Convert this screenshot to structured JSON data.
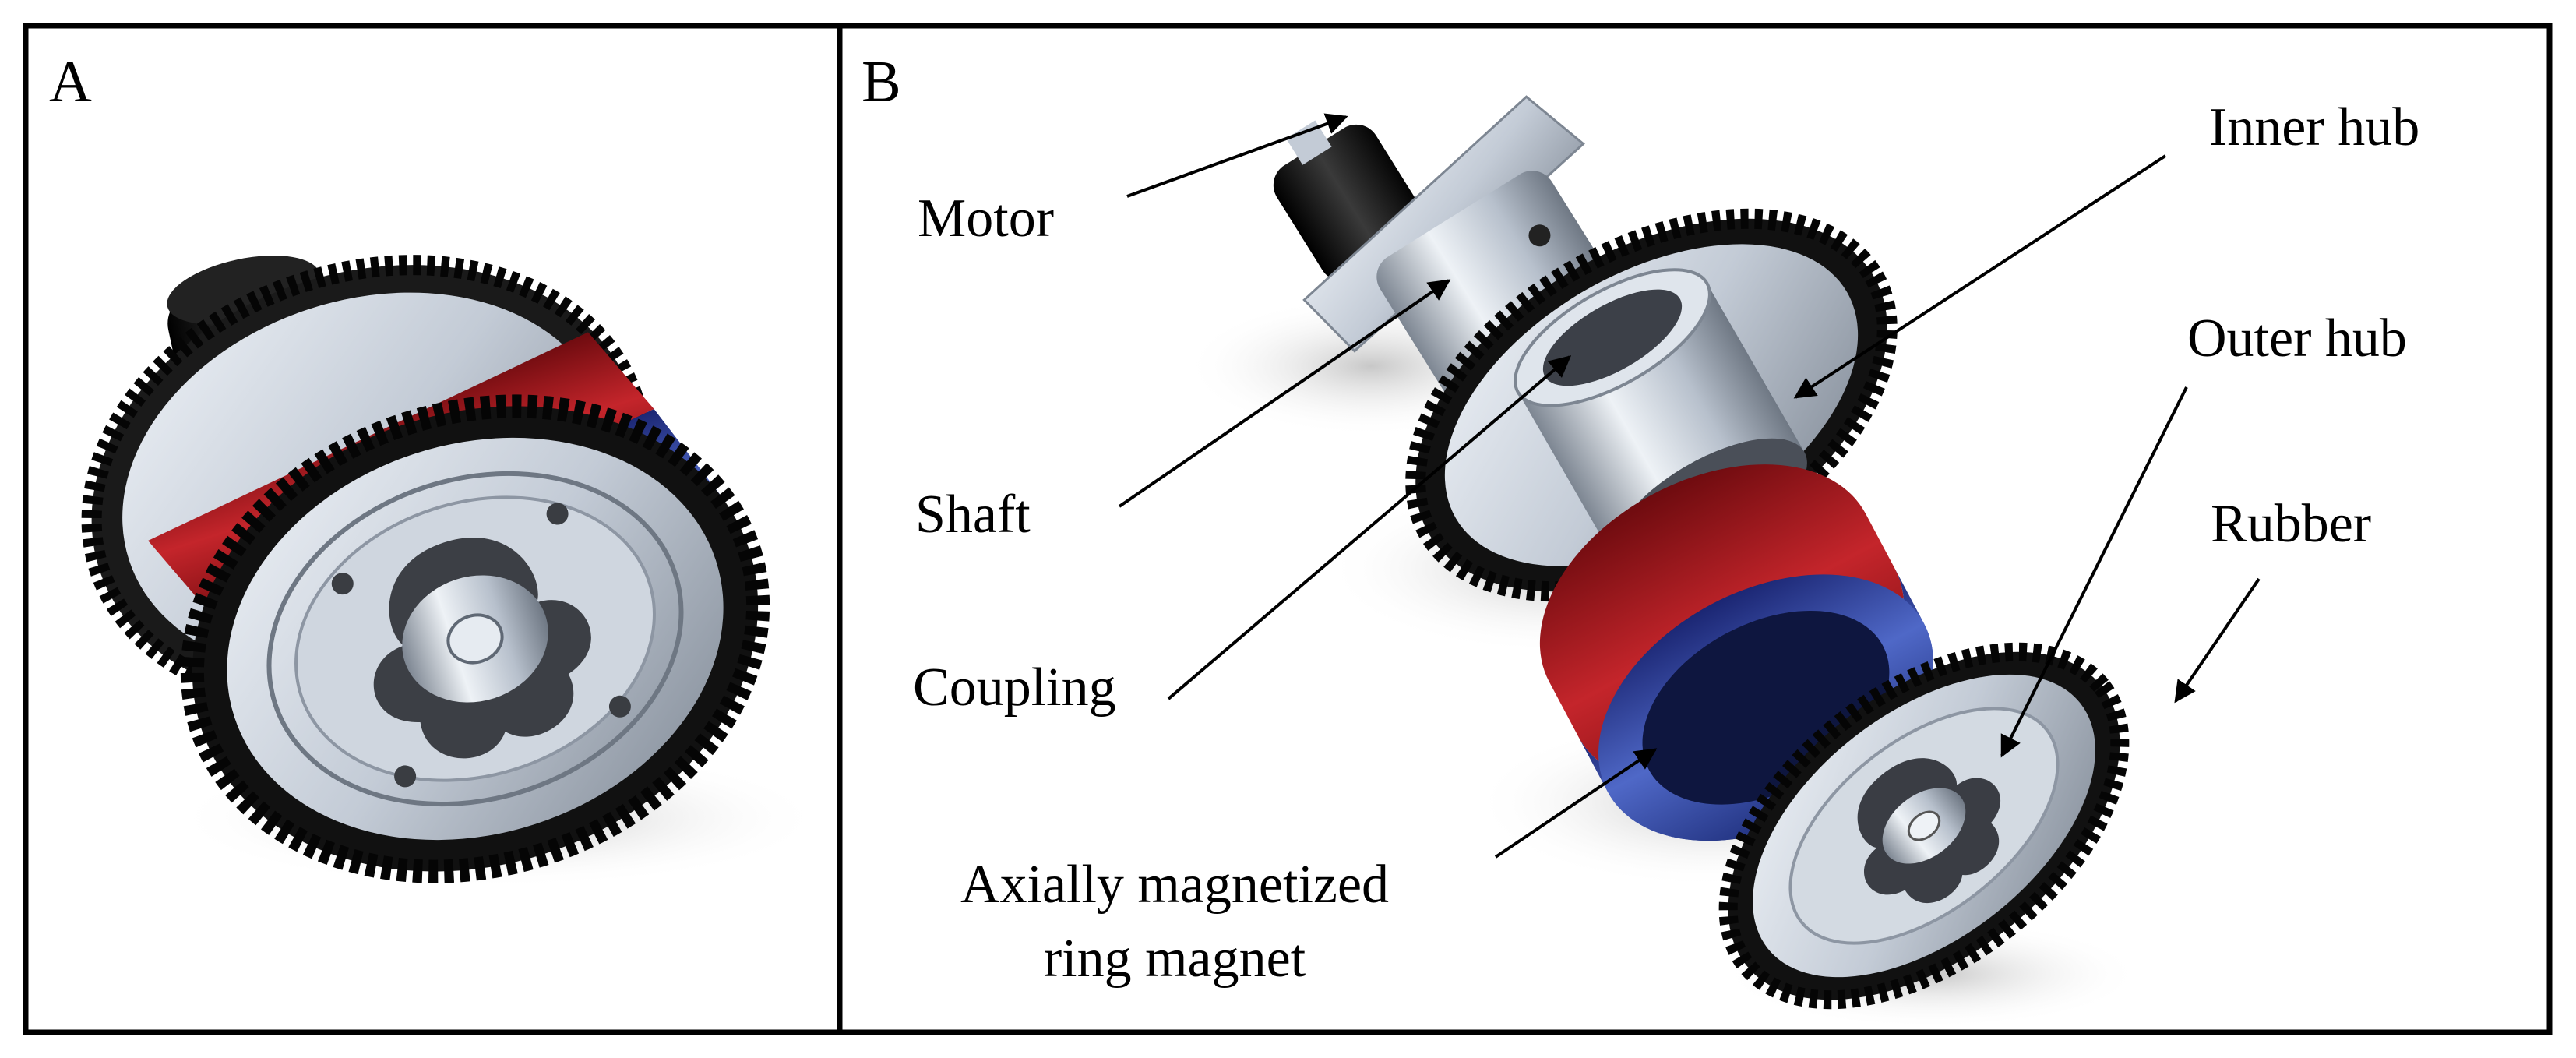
{
  "panels": {
    "a": {
      "letter": "A"
    },
    "b": {
      "letter": "B"
    }
  },
  "callouts": {
    "motor": "Motor",
    "shaft": "Shaft",
    "coupling": "Coupling",
    "inner_hub": "Inner hub",
    "outer_hub": "Outer hub",
    "rubber": "Rubber",
    "magnet_line1": "Axially magnetized",
    "magnet_line2": "ring magnet"
  },
  "colors": {
    "frame": "#000000",
    "rubber": "#1a1a1a",
    "aluminum": "#c9d1dc",
    "aluminum_dark": "#8d96a3",
    "magnet_red": "#b3161c",
    "magnet_blue": "#3347a6",
    "motor_black": "#0d0d0d"
  }
}
